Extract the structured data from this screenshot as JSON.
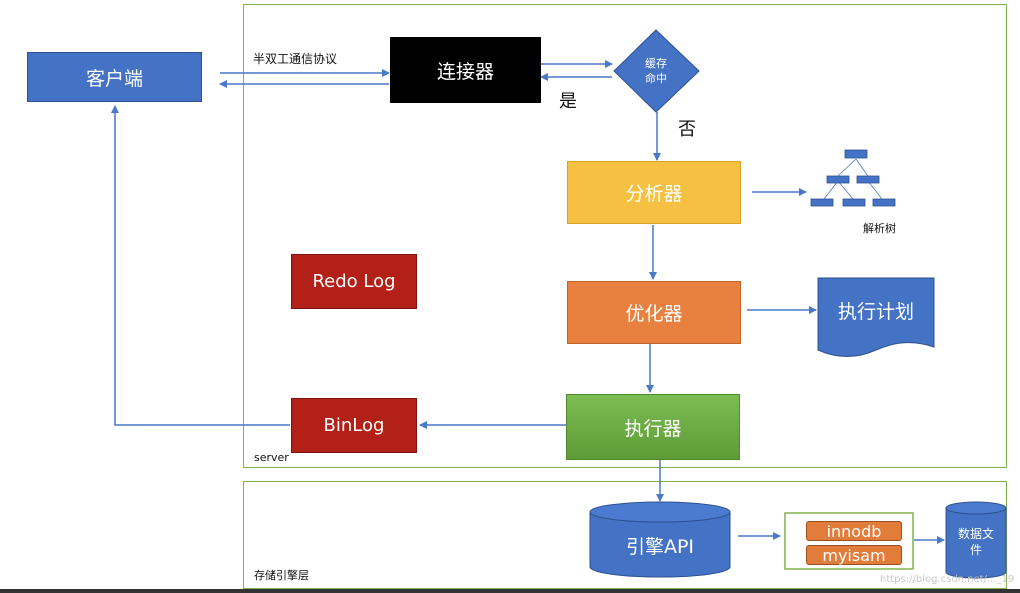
{
  "nodes": {
    "client": "客户端",
    "connector": "连接器",
    "cache_hit": "缓存\n命中",
    "analyzer": "分析器",
    "optimizer": "优化器",
    "executor": "执行器",
    "redo_log": "Redo Log",
    "binlog": "BinLog",
    "parse_tree": "解析树",
    "exec_plan": "执行计划",
    "engine_api": "引擎API",
    "innodb": "innodb",
    "myisam": "myisam",
    "data_file": "数据文\n件"
  },
  "labels": {
    "protocol": "半双工通信协议",
    "yes": "是",
    "no": "否",
    "server": "server",
    "storage_layer": "存储引擎层"
  },
  "watermark": "https://blog.csdn.net/..._19",
  "colors": {
    "blue": "#4472c4",
    "black": "#000000",
    "yellow": "#f6c142",
    "orange": "#e8813f",
    "green": "#6fae44",
    "red": "#b22017",
    "region_border": "#7fb24f",
    "arrow": "#4a79c8"
  }
}
